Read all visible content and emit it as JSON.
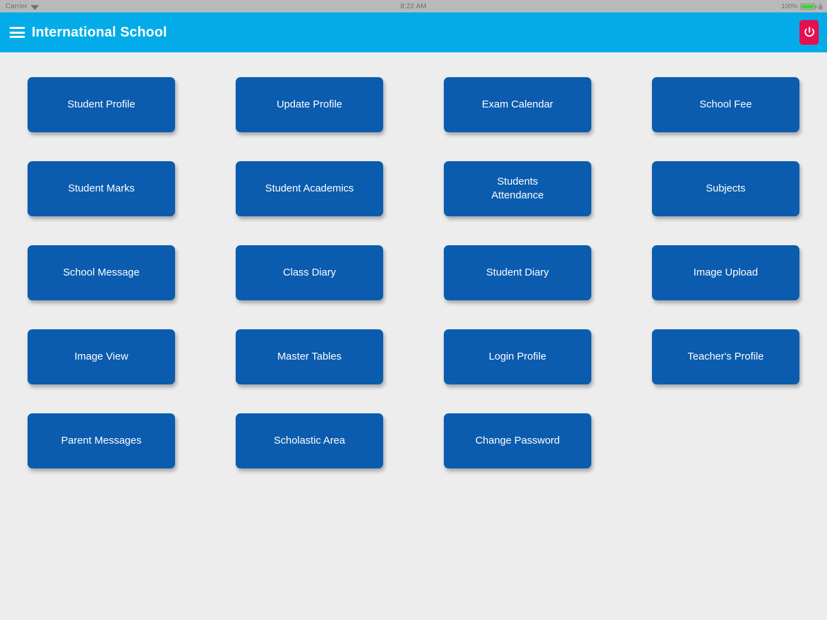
{
  "status_bar": {
    "carrier": "Carrier",
    "wifi_icon": "wifi-icon",
    "time": "8:22 AM",
    "battery_percent": "100%",
    "battery_icon": "battery-icon",
    "lock_icon": "rotation-lock-icon",
    "battery_color": "#3ad634",
    "background_color": "#b9b9b9"
  },
  "navbar": {
    "menu_icon": "hamburger-menu-icon",
    "title": "International School",
    "logout_icon": "power-icon",
    "background_color": "#03ace9",
    "logout_button_color": "#e51050"
  },
  "menu": {
    "tile_color": "#0b5cae",
    "page_background": "#ededed",
    "tiles": [
      {
        "label": "Student Profile",
        "name": "tile-student-profile"
      },
      {
        "label": "Update Profile",
        "name": "tile-update-profile"
      },
      {
        "label": "Exam Calendar",
        "name": "tile-exam-calendar"
      },
      {
        "label": "School Fee",
        "name": "tile-school-fee"
      },
      {
        "label": "Student Marks",
        "name": "tile-student-marks"
      },
      {
        "label": "Student Academics",
        "name": "tile-student-academics"
      },
      {
        "label": "Students\nAttendance",
        "name": "tile-students-attendance"
      },
      {
        "label": "Subjects",
        "name": "tile-subjects"
      },
      {
        "label": "School Message",
        "name": "tile-school-message"
      },
      {
        "label": "Class Diary",
        "name": "tile-class-diary"
      },
      {
        "label": "Student Diary",
        "name": "tile-student-diary"
      },
      {
        "label": "Image Upload",
        "name": "tile-image-upload"
      },
      {
        "label": "Image View",
        "name": "tile-image-view"
      },
      {
        "label": "Master Tables",
        "name": "tile-master-tables"
      },
      {
        "label": "Login Profile",
        "name": "tile-login-profile"
      },
      {
        "label": "Teacher's Profile",
        "name": "tile-teachers-profile"
      },
      {
        "label": "Parent Messages",
        "name": "tile-parent-messages"
      },
      {
        "label": "Scholastic Area",
        "name": "tile-scholastic-area"
      },
      {
        "label": "Change Password",
        "name": "tile-change-password"
      },
      {
        "label": "",
        "name": "tile-empty-slot"
      }
    ]
  }
}
